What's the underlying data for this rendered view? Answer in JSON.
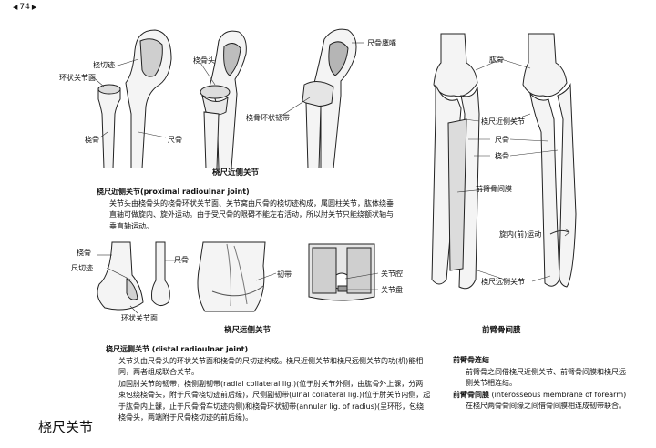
{
  "page": {
    "number": "74",
    "section_title": "桡尺关节"
  },
  "figures": {
    "proximal": {
      "caption": "桡尺近侧关节",
      "labels": {
        "circ_surface": "环状关节面",
        "notch": "桡切迹",
        "radial_head": "桡骨头",
        "radius": "桡骨",
        "ulna": "尺骨",
        "annular_lig": "桡骨环状韧带",
        "olecranon": "尺骨鹰嘴"
      }
    },
    "distal": {
      "caption": "桡尺远侧关节",
      "labels": {
        "radius": "桡骨",
        "ulnar_notch": "尺切迹",
        "ulna": "尺骨",
        "circ_surface": "环状关节面",
        "ligament": "韧带",
        "cavity": "关节腔",
        "disc": "关节盘"
      }
    },
    "membrane": {
      "caption": "前臂骨间膜",
      "labels": {
        "humerus": "肱骨",
        "prox_joint": "桡尺近侧关节",
        "ulna": "尺骨",
        "radius": "桡骨",
        "membrane": "前臂骨间膜",
        "pronation": "旋内(前)运动",
        "distal_joint": "桡尺远侧关节"
      }
    }
  },
  "text": {
    "proximal": {
      "heading": "桡尺近侧关节(proximal radioulnar joint)",
      "lines": [
        "关节头由桡骨头的桡骨环状关节面、关节窝由尺骨的桡切迹构成，属圆柱关节，肱体绕垂",
        "直轴可做旋内、旋外运动。由于受尺骨的限碍不能左右活动，所以肘关节只能绕额状轴与",
        "垂直轴运动。"
      ]
    },
    "distal": {
      "heading": "桡尺远侧关节 (distal radioulnar joint)",
      "lines": [
        "关节头由尺骨头的环状关节面和桡骨的尺切迹构成。桡尺近侧关节和桡尺远侧关节的功(机)能相",
        "同，两者组成联合关节。",
        "加固肘关节的韧带，桡侧副韧带(radial collateral lig.)(位于肘关节外侧，由肱骨外上髁，分两",
        "束包绕桡骨头，附于尺骨桡切迹前后缘)，尺侧副韧带(ulnal collateral lig.)(位于肘关节内侧，起",
        "于肱骨内上髁，止于尺骨滑车切迹内侧)和桡骨环状韧带(annular lig. of radius)(呈环形，包绕",
        "桡骨头，两端附于尺骨桡切迹的前后缘)。"
      ]
    },
    "connection": {
      "heading": "前臂骨连结",
      "lines": [
        "前臂骨之间借桡尺近侧关节、前臂骨间膜和桡尺远",
        "侧关节相连结。"
      ]
    },
    "interosseous": {
      "heading": "前臂骨间膜",
      "heading_en": "(interosseous membrane of forearm)",
      "lines": [
        "在桡尺两骨骨间缘之间借骨间膜相连成韧带联合。"
      ]
    }
  }
}
